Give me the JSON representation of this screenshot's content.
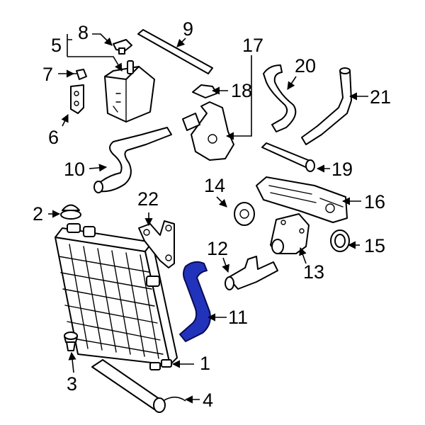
{
  "diagram": {
    "highlight_color": "#2233bb",
    "callouts": [
      "1",
      "2",
      "3",
      "4",
      "5",
      "6",
      "7",
      "8",
      "9",
      "10",
      "11",
      "12",
      "13",
      "14",
      "15",
      "16",
      "17",
      "18",
      "19",
      "20",
      "21",
      "22"
    ]
  }
}
